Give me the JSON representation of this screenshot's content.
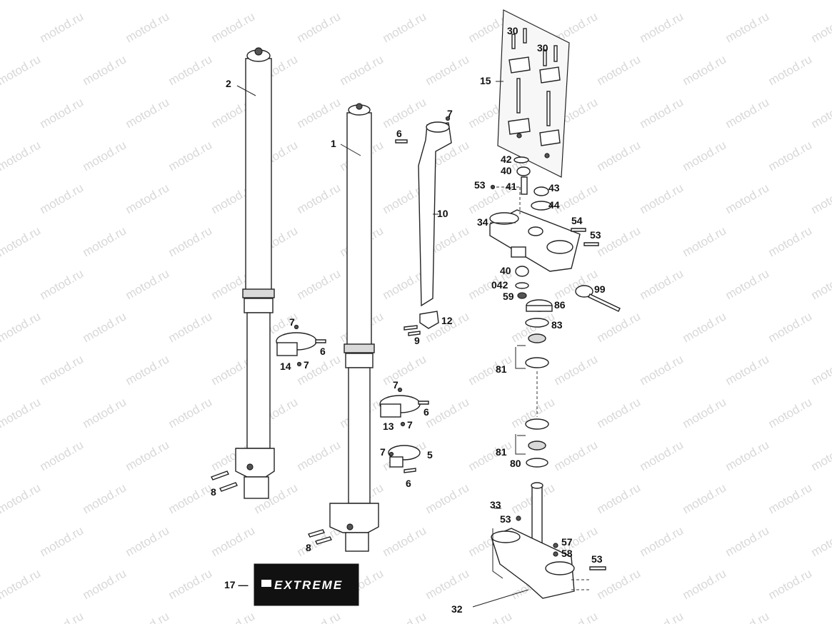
{
  "watermark": "motod.ru",
  "decal": {
    "text": "EXTREME"
  },
  "labels": [
    {
      "id": "2",
      "text": "2"
    },
    {
      "id": "1",
      "text": "1"
    },
    {
      "id": "6a",
      "text": "6"
    },
    {
      "id": "7a",
      "text": "7"
    },
    {
      "id": "10",
      "text": "10"
    },
    {
      "id": "12",
      "text": "12"
    },
    {
      "id": "9",
      "text": "9"
    },
    {
      "id": "7b",
      "text": "7"
    },
    {
      "id": "6b",
      "text": "6"
    },
    {
      "id": "14",
      "text": "14"
    },
    {
      "id": "7c",
      "text": "7"
    },
    {
      "id": "7d",
      "text": "7"
    },
    {
      "id": "6c",
      "text": "6"
    },
    {
      "id": "13",
      "text": "13"
    },
    {
      "id": "7e",
      "text": "7"
    },
    {
      "id": "7f",
      "text": "7"
    },
    {
      "id": "5",
      "text": "5"
    },
    {
      "id": "6d",
      "text": "6"
    },
    {
      "id": "8a",
      "text": "8"
    },
    {
      "id": "8b",
      "text": "8"
    },
    {
      "id": "17",
      "text": "17 —"
    },
    {
      "id": "30a",
      "text": "30"
    },
    {
      "id": "30b",
      "text": "30"
    },
    {
      "id": "15",
      "text": "15"
    },
    {
      "id": "42",
      "text": "42"
    },
    {
      "id": "40a",
      "text": "40"
    },
    {
      "id": "53a",
      "text": "53"
    },
    {
      "id": "41",
      "text": "41"
    },
    {
      "id": "43",
      "text": "43"
    },
    {
      "id": "44",
      "text": "44"
    },
    {
      "id": "34",
      "text": "34"
    },
    {
      "id": "54",
      "text": "54"
    },
    {
      "id": "53b",
      "text": "53"
    },
    {
      "id": "40b",
      "text": "40"
    },
    {
      "id": "042",
      "text": "042"
    },
    {
      "id": "59",
      "text": "59"
    },
    {
      "id": "99",
      "text": "99"
    },
    {
      "id": "86",
      "text": "86"
    },
    {
      "id": "83",
      "text": "83"
    },
    {
      "id": "81a",
      "text": "81"
    },
    {
      "id": "81b",
      "text": "81"
    },
    {
      "id": "80",
      "text": "80"
    },
    {
      "id": "33",
      "text": "33"
    },
    {
      "id": "53c",
      "text": "53"
    },
    {
      "id": "57",
      "text": "57"
    },
    {
      "id": "58",
      "text": "58"
    },
    {
      "id": "53d",
      "text": "53"
    },
    {
      "id": "32",
      "text": "32"
    }
  ]
}
